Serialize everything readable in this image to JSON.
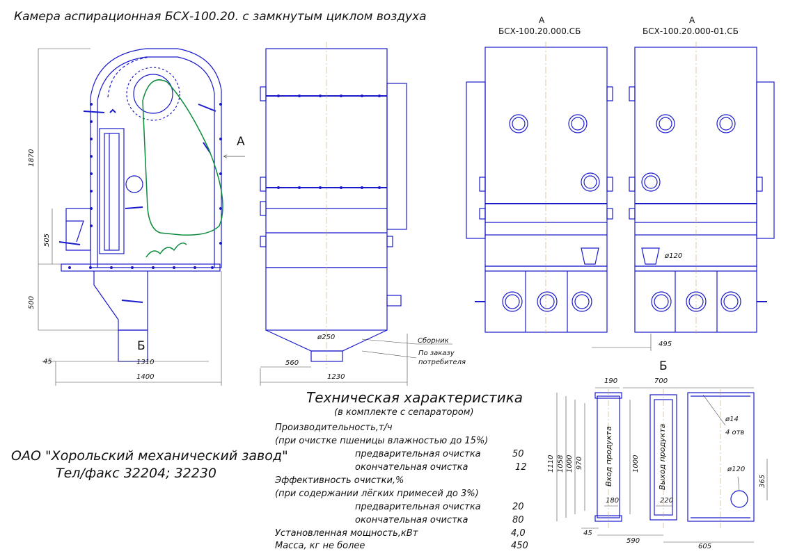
{
  "title": "Камера аспирационная БСХ-100.20. с замкнутым циклом воздуха",
  "views": {
    "arrow_label": "А",
    "view_a_left": {
      "label": "А",
      "code": "БСХ-100.20.000.СБ"
    },
    "view_a_right": {
      "label": "А",
      "code": "БСХ-100.20.000-01.СБ"
    },
    "section_b_marker": "Б",
    "section_b_title": "Б"
  },
  "dimensions": {
    "d1870": "1870",
    "d505": "505",
    "d500": "500",
    "d45_left": "45",
    "d1310": "1310",
    "d1400": "1400",
    "d250": "ø250",
    "d560": "560",
    "d1230": "1230",
    "d120_view": "ø120",
    "d495": "495",
    "b190": "190",
    "b700": "700",
    "b1110": "1110",
    "b1058": "1058",
    "b1000": "1000",
    "b970": "970",
    "b1000_inner": "1000",
    "b180": "180",
    "b220": "220",
    "b45": "45",
    "b590": "590",
    "b605": "605",
    "b14": "ø14",
    "b4otv": "4 отв",
    "b120": "ø120",
    "b365": "365"
  },
  "notes": {
    "sbornik": "Сборник",
    "po_zakazu_1": "По заказу",
    "po_zakazu_2": "потребителя",
    "inlet": "Вход продукта",
    "outlet": "Выход продукта"
  },
  "specs": {
    "heading": "Техническая характеристика",
    "subheading": "(в комплекте с сепаратором)",
    "rows": [
      {
        "label": "Производительность,т/ч",
        "value": ""
      },
      {
        "label": "(при очистке пшеницы влажностью до 15%)",
        "value": ""
      },
      {
        "label": "предварительная очистка",
        "value": "50"
      },
      {
        "label": "окончательная очистка",
        "value": "12"
      },
      {
        "label": "Эффективность очистки,%",
        "value": ""
      },
      {
        "label": "(при содержании лёгких примесей до 3%)",
        "value": ""
      },
      {
        "label": "предварительная очистка",
        "value": "20"
      },
      {
        "label": "окончательная очистка",
        "value": "80"
      },
      {
        "label": "Установленная мощность,кВт",
        "value": "4,0"
      },
      {
        "label": "Масса, кг не более",
        "value": "450"
      }
    ]
  },
  "company": {
    "name": "ОАО \"Хорольский механический завод\"",
    "phone": "Тел/факс 32204; 32230"
  },
  "colors": {
    "line": "#1a1acc",
    "center": "#c9a86a",
    "dim": "#444444",
    "curve": "#0a8a3a"
  }
}
